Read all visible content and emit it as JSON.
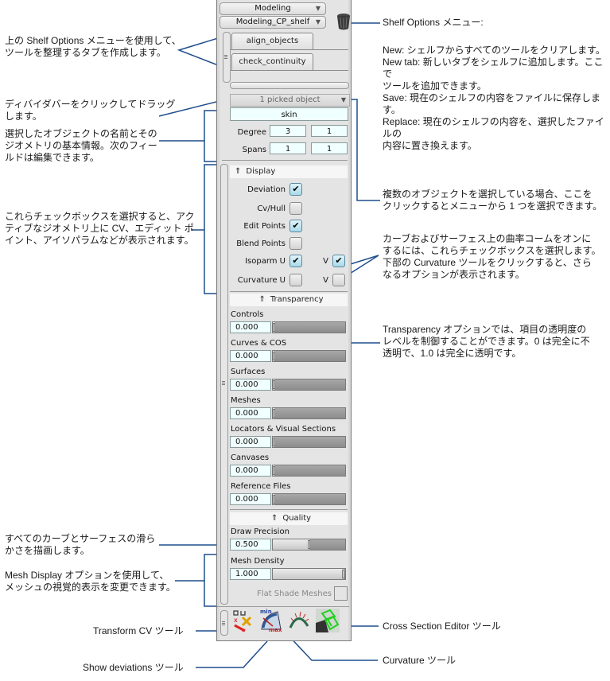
{
  "panel": {
    "menu_set": "Modeling",
    "shelf": "Modeling_CP_shelf",
    "trash_icon": "trash-can-icon",
    "tabs": [
      {
        "label": "align_objects"
      },
      {
        "label": "check_continuity"
      }
    ],
    "picked_object": "1 picked object",
    "object_name": "skin",
    "degree": {
      "label": "Degree",
      "u": "3",
      "v": "1"
    },
    "spans": {
      "label": "Spans",
      "u": "1",
      "v": "1"
    },
    "display": {
      "title": "Display",
      "items": [
        {
          "label": "Deviation",
          "checked": true
        },
        {
          "label": "Cv/Hull",
          "checked": false
        },
        {
          "label": "Edit Points",
          "checked": true
        },
        {
          "label": "Blend Points",
          "checked": false
        }
      ],
      "isoparm": {
        "label": "Isoparm U",
        "u_checked": true,
        "v_label": "V",
        "v_checked": true
      },
      "curvature": {
        "label": "Curvature U",
        "u_checked": false,
        "v_label": "V",
        "v_checked": false
      }
    },
    "transparency": {
      "title": "Transparency",
      "items": [
        {
          "label": "Controls",
          "value": "0.000",
          "fraction": 0.0
        },
        {
          "label": "Curves & COS",
          "value": "0.000",
          "fraction": 0.0
        },
        {
          "label": "Surfaces",
          "value": "0.000",
          "fraction": 0.0
        },
        {
          "label": "Meshes",
          "value": "0.000",
          "fraction": 0.0
        },
        {
          "label": "Locators & Visual Sections",
          "value": "0.000",
          "fraction": 0.0
        },
        {
          "label": "Canvases",
          "value": "0.000",
          "fraction": 0.0
        },
        {
          "label": "Reference Files",
          "value": "0.000",
          "fraction": 0.0
        }
      ]
    },
    "quality": {
      "title": "Quality",
      "draw_precision": {
        "label": "Draw Precision",
        "value": "0.500",
        "fraction": 0.5
      },
      "mesh_density": {
        "label": "Mesh Density",
        "value": "1.000",
        "fraction": 1.0
      },
      "flat_shade": {
        "label": "Flat Shade Meshes",
        "checked": false
      }
    },
    "tools": [
      {
        "name": "transform-cv-tool",
        "icon": "transform-cv-icon"
      },
      {
        "name": "show-deviations-tool",
        "icon": "show-deviations-icon",
        "min_label": "min",
        "max_label": "max"
      },
      {
        "name": "curvature-tool",
        "icon": "curvature-icon"
      },
      {
        "name": "cross-section-editor-tool",
        "icon": "cross-section-editor-icon"
      }
    ]
  },
  "annotations": {
    "shelf_tabs": "上の Shelf Options メニューを使用して、\nツールを整理するタブを作成します。",
    "divider": "ディバイダバーをクリックしてドラッグ\nします。",
    "object_info": "選択したオブジェクトの名前とその\nジオメトリの基本情報。次のフィー\nルドは編集できます。",
    "display_checkboxes": "これらチェックボックスを選択すると、アク\nティブなジオメトリ上に CV、エディット ポ\nイント、アイソパラムなどが表示されます。",
    "draw_precision": "すべてのカーブとサーフェスの滑ら\nかさを描画します。",
    "mesh_display": "Mesh Display オプションを使用して、\nメッシュの視覚的表示を変更できます。",
    "shelf_options_title": "Shelf Options メニュー:",
    "shelf_options_body": "New: シェルフからすべてのツールをクリアします。\nNew tab: 新しいタブをシェルフに追加します。ここで\nツールを追加できます。\nSave: 現在のシェルフの内容をファイルに保存します。\nReplace: 現在のシェルフの内容を、選択したファイルの\n内容に置き換えます。",
    "picked_menu": "複数のオブジェクトを選択している場合、ここを\nクリックするとメニューから 1 つを選択できます。",
    "curvature_checkboxes": "カーブおよびサーフェス上の曲率コームをオンに\nするには、これらチェックボックスを選択します。\n下部の Curvature ツールをクリックすると、さら\nなるオプションが表示されます。",
    "transparency": "Transparency オプションでは、項目の透明度の\nレベルを制御することができます。0 は完全に不\n透明で、1.0 は完全に透明です。",
    "transform_cv": "Transform CV ツール",
    "show_deviations": "Show deviations ツール",
    "curvature_tool": "Curvature ツール",
    "cross_section": "Cross Section Editor ツール"
  },
  "colors": {
    "callout_line": "#1f4e8c",
    "field_bg": "#f0ffff",
    "checkbox_on": "#a9d9e8"
  }
}
